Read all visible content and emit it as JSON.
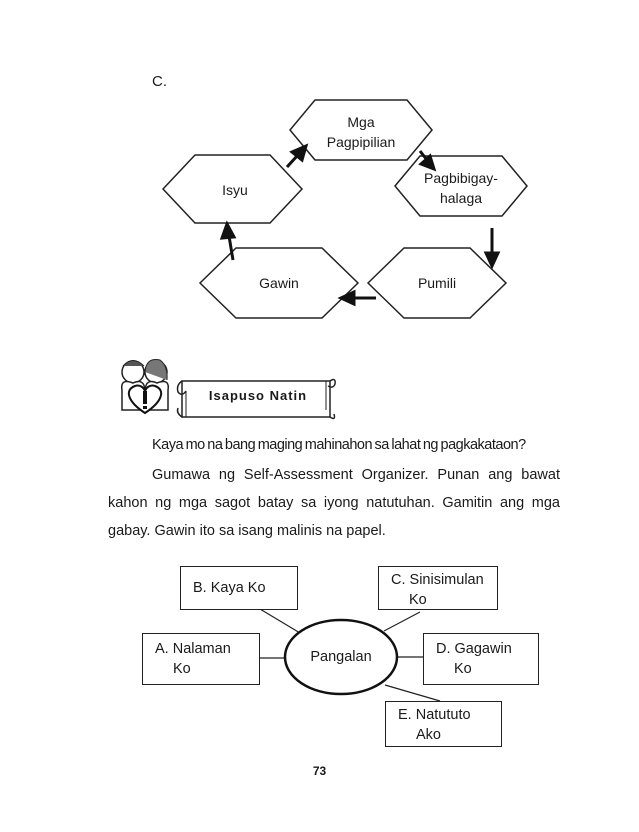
{
  "section_label": "C.",
  "cycle": {
    "nodes": [
      {
        "label_lines": [
          "Mga",
          "Pagpipilian"
        ]
      },
      {
        "label_lines": [
          "Pagbibigay-",
          "halaga"
        ]
      },
      {
        "label_lines": [
          "Pumili"
        ]
      },
      {
        "label_lines": [
          "Gawin"
        ]
      },
      {
        "label_lines": [
          "Isyu"
        ]
      }
    ]
  },
  "banner": {
    "title": "Isapuso Natin"
  },
  "body": {
    "question": "Kaya mo na bang maging mahinahon sa lahat ng pagkakataon?",
    "instruction": "Gumawa ng Self-Assessment Organizer. Punan ang bawat kahon ng mga sagot batay sa iyong natutuhan. Gamitin ang mga gabay. Gawin ito sa isang malinis na papel."
  },
  "organizer": {
    "center": "Pangalan",
    "boxes": {
      "b": {
        "line1": "B. Kaya Ko",
        "line2": ""
      },
      "c": {
        "line1": "C. Sinisimulan",
        "line2": "Ko"
      },
      "a": {
        "line1": "A. Nalaman",
        "line2": "Ko"
      },
      "d": {
        "line1": "D. Gagawin",
        "line2": "Ko"
      },
      "e": {
        "line1": "E. Natututo",
        "line2": "Ako"
      }
    }
  },
  "page_number": "73"
}
